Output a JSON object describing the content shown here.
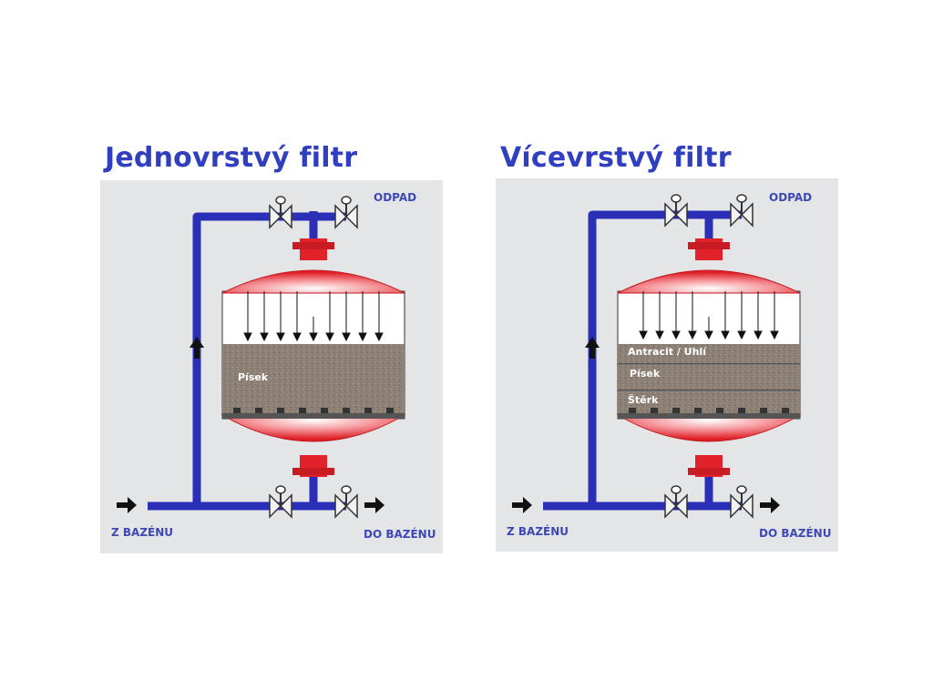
{
  "filters": [
    {
      "title": "Jednovrstvý filtr",
      "odpad": "ODPAD",
      "z_bazenu": "Z BAZÉNU",
      "do_bazenu": "DO BAZÉNU",
      "layers": [
        "Písek"
      ]
    },
    {
      "title": "Vícevrstvý filtr",
      "odpad": "ODPAD",
      "z_bazenu": "Z BAZÉNU",
      "do_bazenu": "DO BAZÉNU",
      "layers": [
        "Antracit / Uhlí",
        "Písek",
        "Štěrk"
      ]
    }
  ],
  "colors": {
    "title": "#2f3fbf",
    "pipe": "#2b2fb8",
    "tank": "#e2222b",
    "media": "#8c7f74",
    "panel": "#e4e5e7"
  }
}
